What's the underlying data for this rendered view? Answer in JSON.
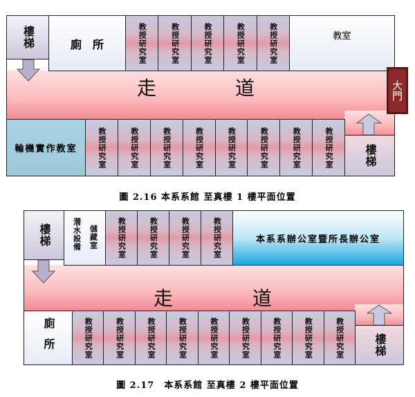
{
  "office_label": "教授研究室",
  "floor1": {
    "stairs": "樓梯",
    "toilet": "廁　所",
    "classroom": "教室",
    "corridor_a": "走",
    "corridor_b": "道",
    "gate": "大門",
    "workshop": "輪機實作教室",
    "top_office_count": 5,
    "bottom_office_count": 8,
    "caption": "圖 2.16 本系系館 至真樓 1 樓平面位置"
  },
  "floor2": {
    "stairs": "樓梯",
    "storage": "儲藏室",
    "diving": "潛水設備",
    "main_office": "本系系辦公室暨所長辦公室",
    "corridor_a": "走",
    "corridor_b": "道",
    "toilet": "廁所",
    "top_office_count": 4,
    "bottom_office_count": 9,
    "caption": "圖 2.17　本系系館 至真樓 2 樓平面位置"
  }
}
